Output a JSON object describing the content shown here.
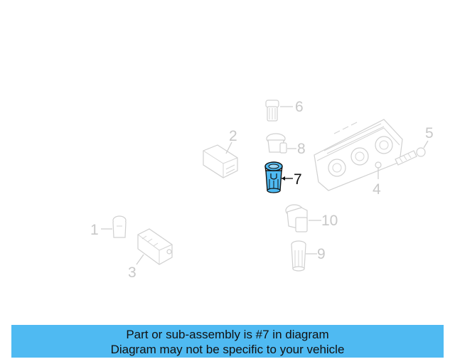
{
  "diagram": {
    "callouts": [
      {
        "id": "1",
        "label": "1"
      },
      {
        "id": "2",
        "label": "2"
      },
      {
        "id": "3",
        "label": "3"
      },
      {
        "id": "4",
        "label": "4"
      },
      {
        "id": "5",
        "label": "5"
      },
      {
        "id": "6",
        "label": "6"
      },
      {
        "id": "7",
        "label": "7"
      },
      {
        "id": "8",
        "label": "8"
      },
      {
        "id": "9",
        "label": "9"
      },
      {
        "id": "10",
        "label": "10"
      }
    ],
    "highlighted_part": "7",
    "colors": {
      "highlight_fill": "#4fbaf2",
      "highlight_stroke": "#111111",
      "faded_part": "#d0d0d0",
      "faded_text": "#c8c8c8"
    }
  },
  "banner": {
    "line1": "Part or sub-assembly is #7 in diagram",
    "line2": "Diagram may not be specific to your vehicle",
    "background": "#4fbaf2"
  }
}
